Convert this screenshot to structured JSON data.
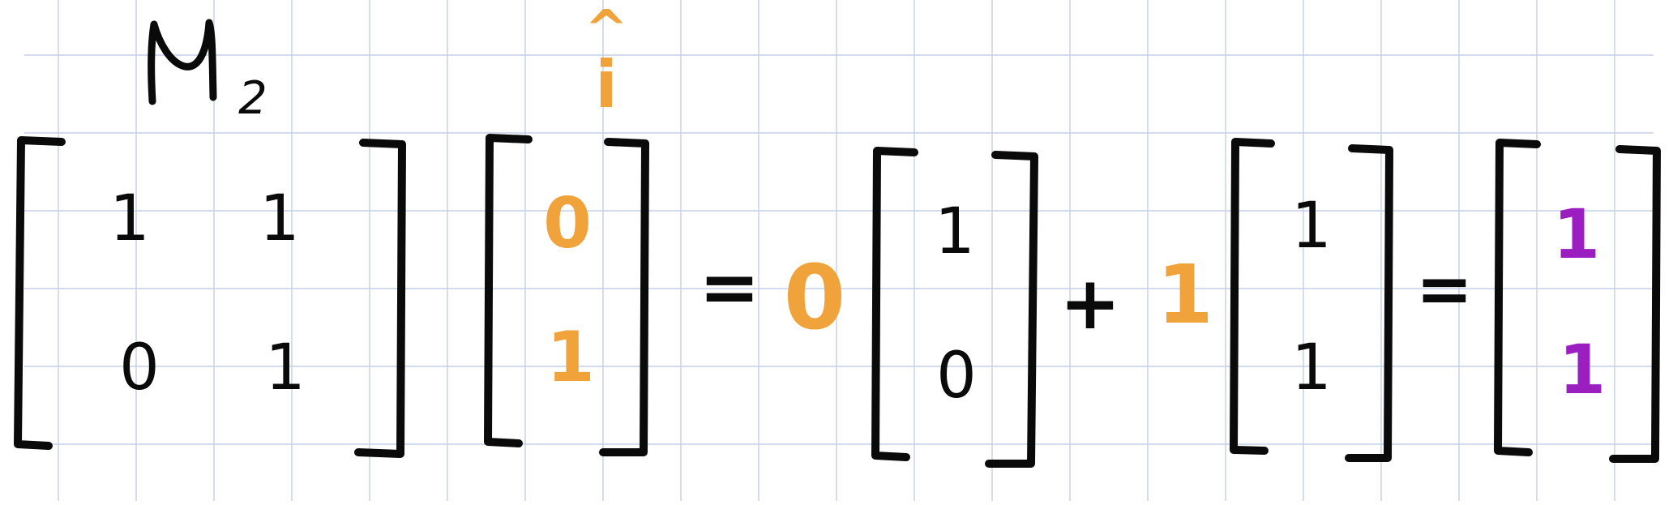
{
  "equation": {
    "matrix_label": "M",
    "matrix_subscript": "2",
    "vector_label": "i",
    "vector_hat": "^",
    "matrix": {
      "row1": [
        "1",
        "1"
      ],
      "row2": [
        "0",
        "1"
      ]
    },
    "input_vector": [
      "0",
      "1"
    ],
    "equals_1": "=",
    "coef_1": "0",
    "column_1": [
      "1",
      "0"
    ],
    "plus": "+",
    "coef_2": "1",
    "column_2": [
      "1",
      "1"
    ],
    "equals_2": "=",
    "result_vector": [
      "1",
      "1"
    ]
  },
  "colors": {
    "ink": "#0a0a0a",
    "highlight_orange": "#F0A33A",
    "result_purple": "#9B1FC0",
    "grid": "#B9C7E3"
  }
}
